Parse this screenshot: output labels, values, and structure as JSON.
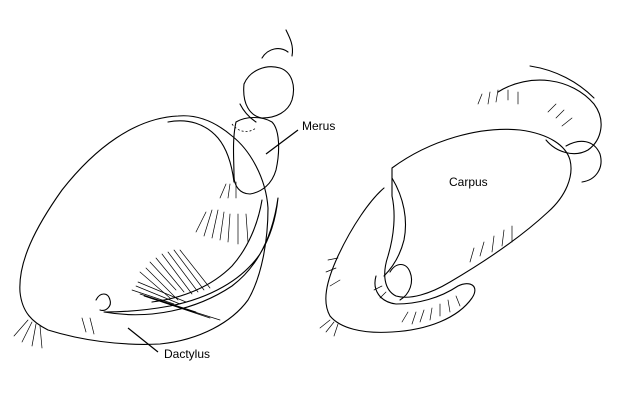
{
  "labels": {
    "merus": "Merus",
    "carpus": "Carpus",
    "dactylus": "Dactylus"
  }
}
